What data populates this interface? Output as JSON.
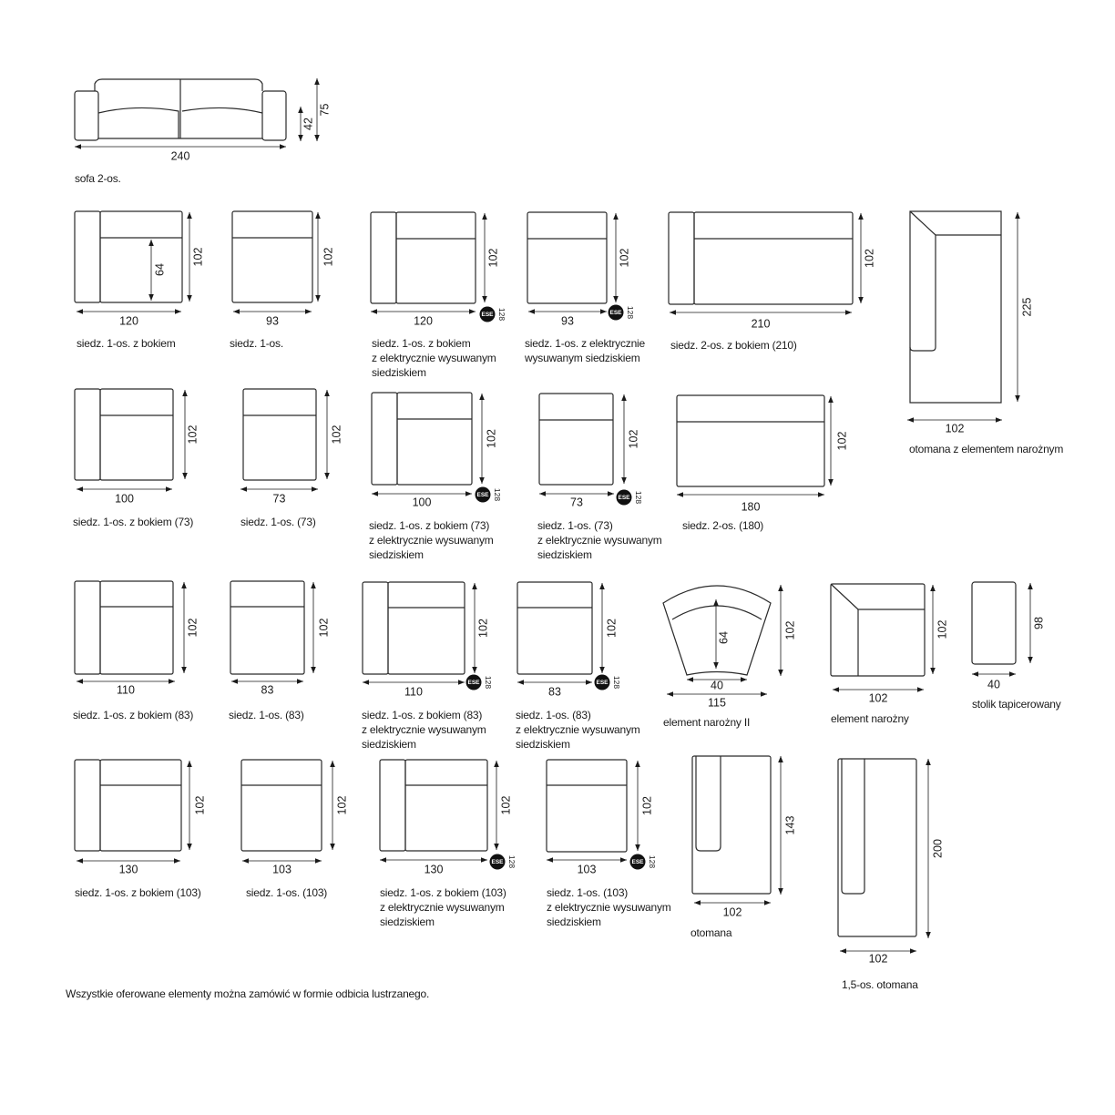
{
  "items": [
    {
      "name": "sofa 2-os.",
      "dims": [
        "240",
        "42",
        "75"
      ]
    },
    {
      "name": "siedz. 1-os. z bokiem",
      "dims": [
        "120",
        "64",
        "102"
      ]
    },
    {
      "name": "siedz. 1-os.",
      "dims": [
        "93",
        "102"
      ]
    },
    {
      "name": "siedz. 1-os. z bokiem\nz elektrycznie wysuwanym\nsiedziskiem",
      "dims": [
        "120",
        "102",
        "128"
      ]
    },
    {
      "name": "siedz. 1-os. z elektrycznie\nwysuwanym siedziskiem",
      "dims": [
        "93",
        "102",
        "128"
      ]
    },
    {
      "name": "siedz. 2-os. z bokiem (210)",
      "dims": [
        "210",
        "102"
      ]
    },
    {
      "name": "otomana z elementem narożnym",
      "dims": [
        "102",
        "225"
      ]
    },
    {
      "name": "siedz. 1-os. z bokiem (73)",
      "dims": [
        "100",
        "102"
      ]
    },
    {
      "name": "siedz. 1-os. (73)",
      "dims": [
        "73",
        "102"
      ]
    },
    {
      "name": "siedz. 1-os. z bokiem (73)\nz elektrycznie wysuwanym\nsiedziskiem",
      "dims": [
        "100",
        "102",
        "128"
      ]
    },
    {
      "name": "siedz. 1-os. (73)\nz elektrycznie wysuwanym\nsiedziskiem",
      "dims": [
        "73",
        "102",
        "128"
      ]
    },
    {
      "name": "siedz. 2-os. (180)",
      "dims": [
        "180",
        "102"
      ]
    },
    {
      "name": "siedz. 1-os. z bokiem (83)",
      "dims": [
        "110",
        "102"
      ]
    },
    {
      "name": "siedz. 1-os. (83)",
      "dims": [
        "83",
        "102"
      ]
    },
    {
      "name": "siedz. 1-os. z bokiem (83)\nz elektrycznie wysuwanym\nsiedziskiem",
      "dims": [
        "110",
        "102",
        "128"
      ]
    },
    {
      "name": "siedz. 1-os. (83)\nz elektrycznie wysuwanym\nsiedziskiem",
      "dims": [
        "83",
        "102",
        "128"
      ]
    },
    {
      "name": "element narożny II",
      "dims": [
        "64",
        "40",
        "115",
        "102"
      ]
    },
    {
      "name": "element narożny",
      "dims": [
        "102",
        "102"
      ]
    },
    {
      "name": "stolik tapicerowany",
      "dims": [
        "40",
        "98"
      ]
    },
    {
      "name": "siedz. 1-os. z bokiem (103)",
      "dims": [
        "130",
        "102"
      ]
    },
    {
      "name": "siedz. 1-os. (103)",
      "dims": [
        "103",
        "102"
      ]
    },
    {
      "name": "siedz. 1-os. z bokiem (103)\nz elektrycznie wysuwanym\nsiedziskiem",
      "dims": [
        "130",
        "102",
        "128"
      ]
    },
    {
      "name": "siedz. 1-os. (103)\nz elektrycznie wysuwanym\nsiedziskiem",
      "dims": [
        "103",
        "102",
        "128"
      ]
    },
    {
      "name": "otomana",
      "dims": [
        "102",
        "143"
      ]
    },
    {
      "name": "1,5-os. otomana",
      "dims": [
        "102",
        "200"
      ]
    }
  ],
  "ese_badge": "ESE",
  "footnote": "Wszystkie oferowane elementy można zamówić w formie odbicia lustrzanego."
}
